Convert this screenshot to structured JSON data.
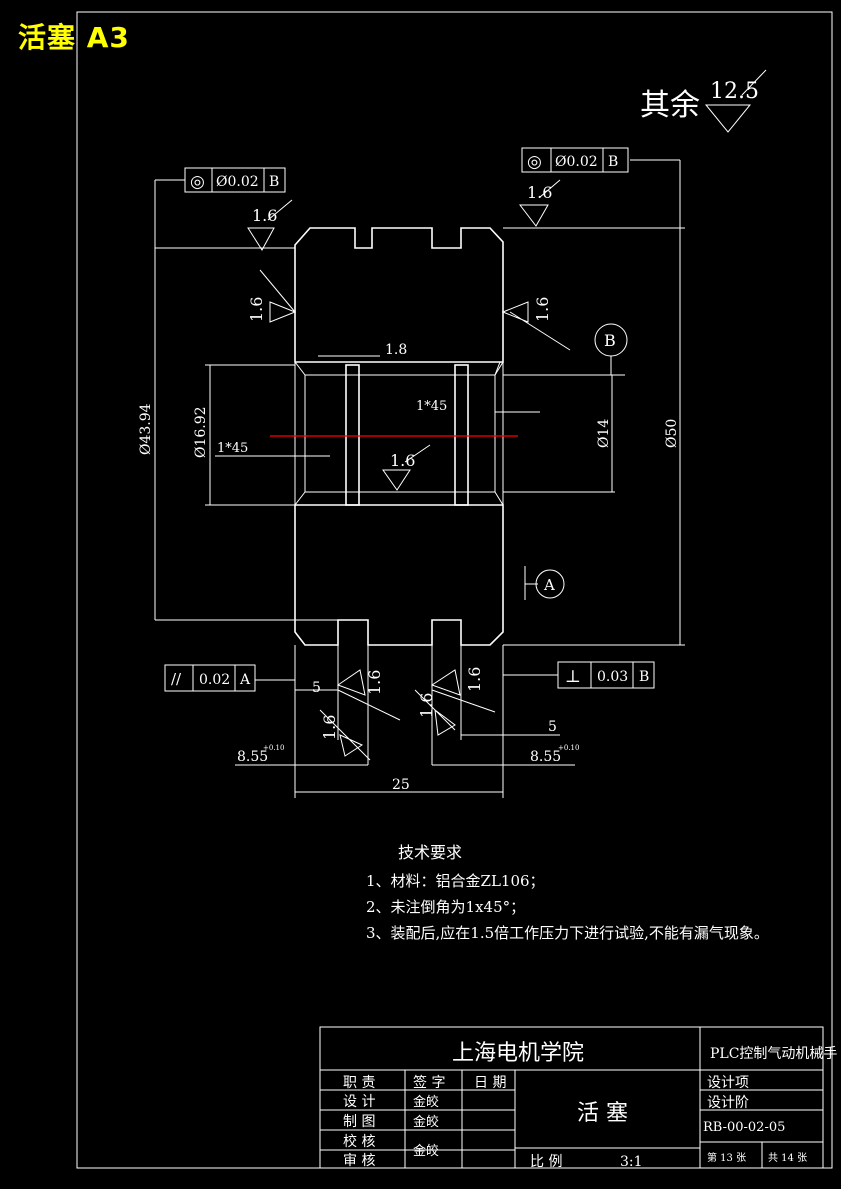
{
  "stamp": "活塞 A3",
  "roughness_note": {
    "prefix": "其余",
    "value": "12.5"
  },
  "surface_finish": "1.6",
  "tolerance_frames": {
    "top_left": {
      "symbol": "◎",
      "value": "Ø0.02",
      "datum": "B"
    },
    "top_right": {
      "symbol": "◎",
      "value": "Ø0.02",
      "datum": "B"
    },
    "bottom_left": {
      "symbol": "//",
      "value": "0.02",
      "datum": "A"
    },
    "bottom_right": {
      "symbol": "⊥",
      "value": "0.03",
      "datum": "B"
    }
  },
  "datums": {
    "a": "A",
    "b": "B"
  },
  "dimensions": {
    "d_4394": "Ø43.94",
    "d_1692": "Ø16.92",
    "d_14": "Ø14",
    "d_50": "Ø50",
    "groove": "1.8",
    "chamfer_left": "1*45",
    "chamfer_right": "1*45",
    "left_5": "5",
    "right_5": "5",
    "left_855": "8.55",
    "left_855_tol": "+0.10",
    "right_855": "8.55",
    "right_855_tol": "+0.10",
    "total": "25"
  },
  "tech_requirements": {
    "title": "技术要求",
    "items": [
      "1、材料：铝合金ZL106；",
      "2、未注倒角为1x45°；",
      "3、装配后,应在1.5倍工作压力下进行试验,不能有漏气现象。"
    ]
  },
  "title_block": {
    "school": "上海电机学院",
    "project": "PLC控制气动机械手",
    "part_name": "活 塞",
    "header_role": "职 责",
    "header_sign": "签 字",
    "header_date": "日 期",
    "roles": [
      "设 计",
      "制 图",
      "校 核",
      "审 核"
    ],
    "signatures": [
      "金皎",
      "金皎",
      "金皎"
    ],
    "scale_label": "比 例",
    "scale_value": "3:1",
    "item_label": "设计项",
    "stage_label": "设计阶",
    "drawing_no": "RB-00-02-05",
    "sheet_no": "第 13 张",
    "total_sheets": "共 14 张"
  },
  "colors": {
    "stamp": "#ffff00",
    "centerline": "#ff0000",
    "lines": "#ffffff",
    "background": "#000000"
  }
}
